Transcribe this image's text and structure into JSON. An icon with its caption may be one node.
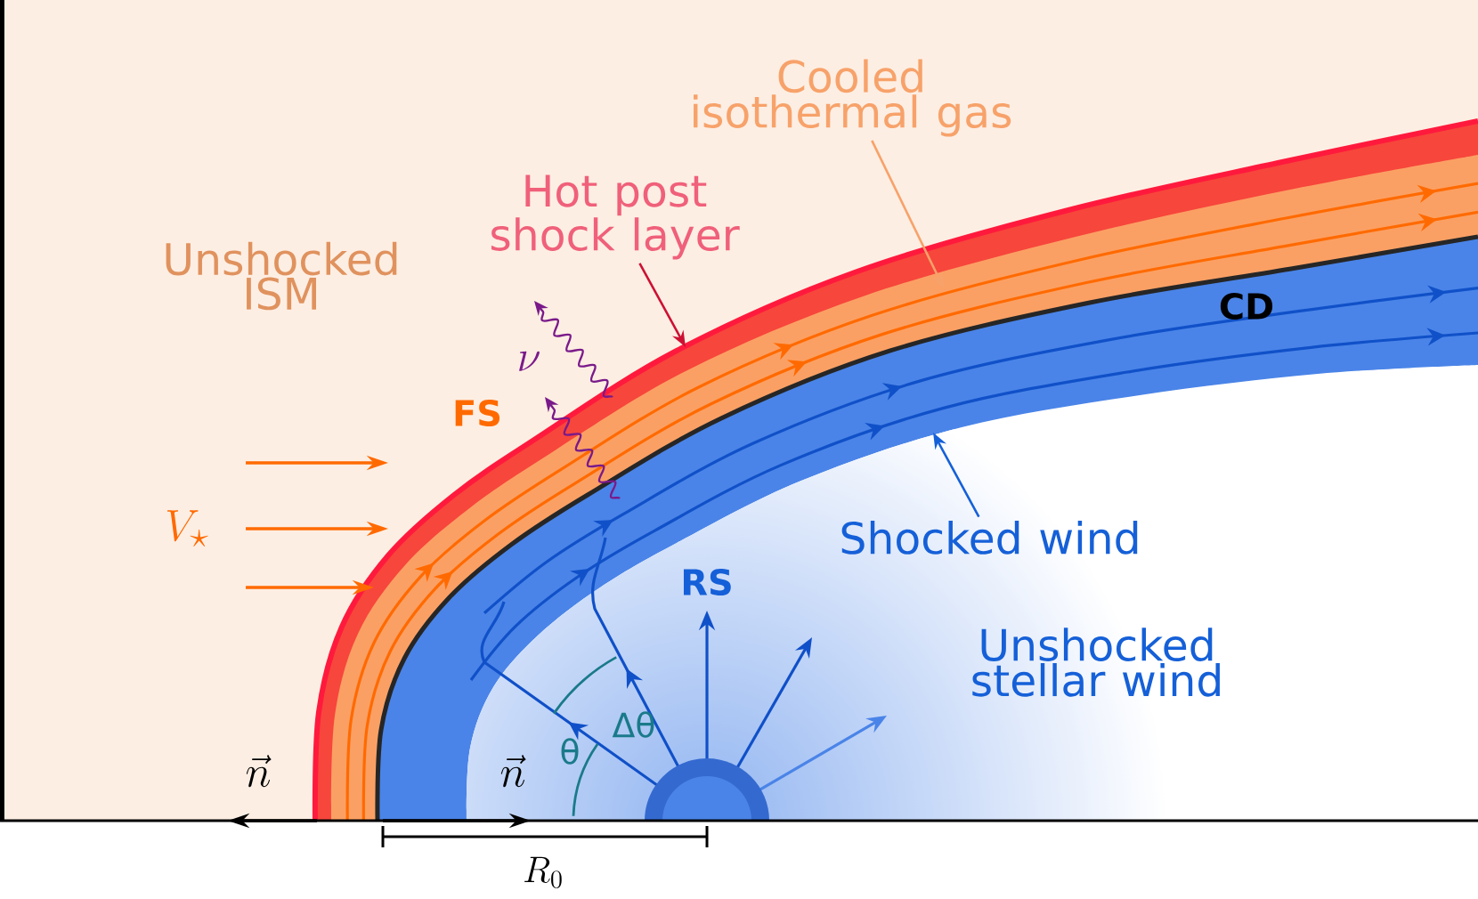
{
  "diagram": {
    "nodes": [
      {
        "text": [
          "Cooled isothermal gas"
        ]
      },
      {
        "text": [
          "Hot post shock layer"
        ]
      },
      {
        "text": [
          "Shocked wind"
        ]
      }
    ],
    "edges": [
      {
        "from": 0,
        "to": null,
        "arrow": "to",
        "color": "#f7a26a"
      },
      {
        "from": 1,
        "to": null,
        "arrow": "to",
        "color": "#cc1133"
      },
      {
        "from": 2,
        "to": null,
        "arrow": "to",
        "color": "#1560d8"
      }
    ],
    "labels": [
      "Unshocked ISM",
      "CD",
      "\\nu",
      "FS",
      "V_\\star",
      "RS",
      "Unshocked stellar wind",
      "Δθ",
      "θ",
      "\\vec{n}",
      "\\vec{n}",
      "R_0"
    ]
  }
}
